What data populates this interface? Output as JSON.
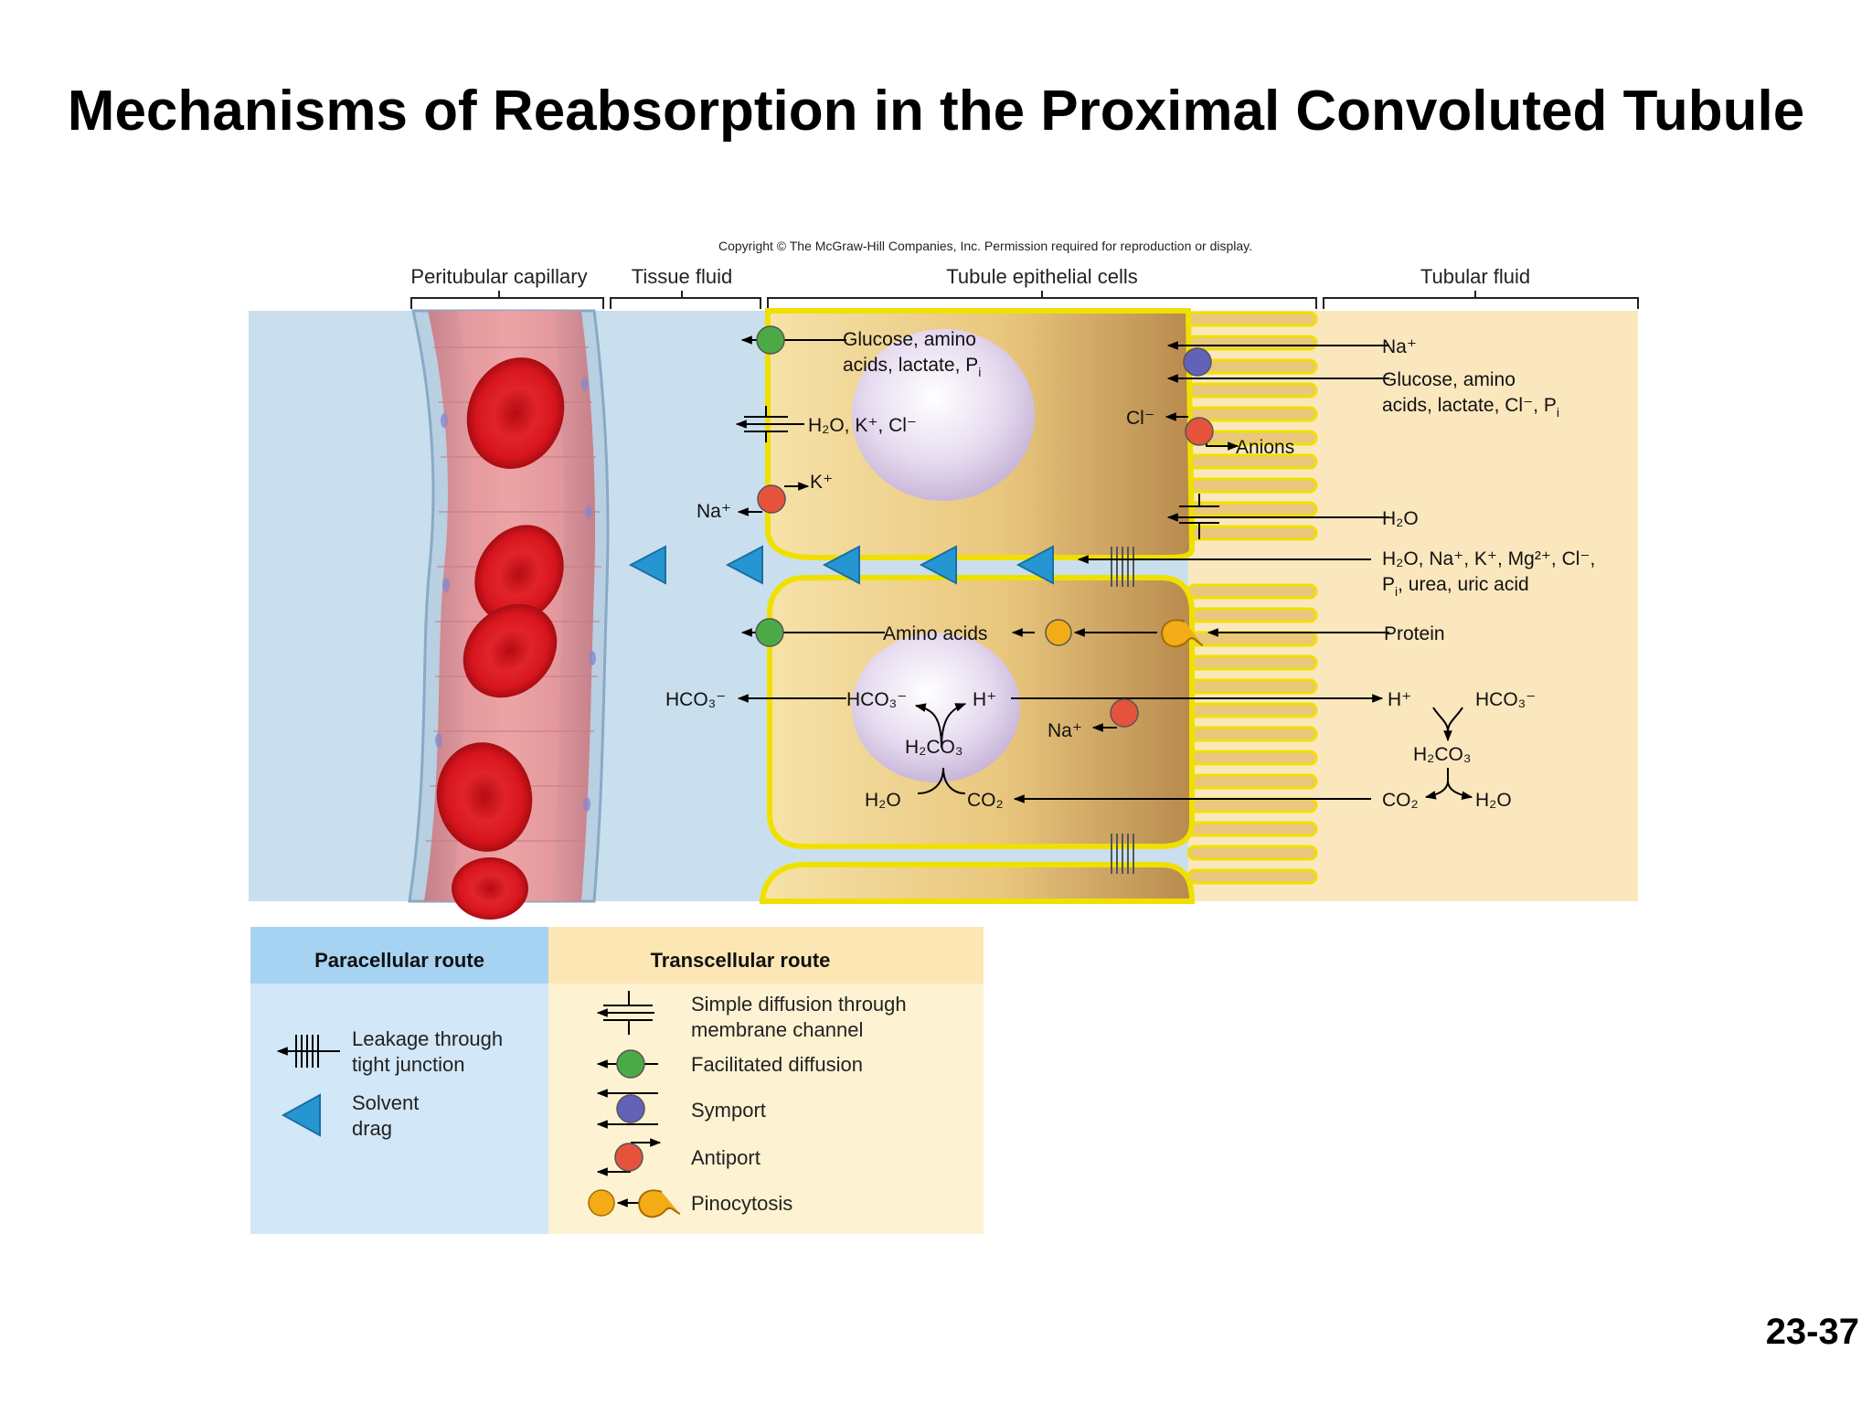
{
  "title": "Mechanisms of Reabsorption in the Proximal Convoluted Tubule",
  "slide_number": "23-37",
  "copyright": "Copyright © The McGraw-Hill Companies, Inc. Permission required for reproduction or display.",
  "regions": {
    "capillary": "Peritubular capillary",
    "tissue": "Tissue fluid",
    "epithelial": "Tubule epithelial cells",
    "tubular": "Tubular fluid"
  },
  "labels": {
    "glucose_out_1": "Glucose, amino",
    "glucose_out_2": "acids, lactate, P",
    "sub_i": "i",
    "h2o_k_cl": "H₂O, K⁺, Cl⁻",
    "k_plus": "K⁺",
    "na_plus": "Na⁺",
    "cl_minus": "Cl⁻",
    "anions": "Anions",
    "na_in": "Na⁺",
    "glucose_in_1": "Glucose, amino",
    "glucose_in_2": "acids, lactate, Cl⁻, P",
    "h2o": "H₂O",
    "para_1": "H₂O, Na⁺, K⁺, Mg²⁺, Cl⁻,",
    "para_2": "P",
    "para_2b": ", urea, uric acid",
    "amino_acids": "Amino acids",
    "protein": "Protein",
    "hco3": "HCO₃⁻",
    "h_plus": "H⁺",
    "na_plus_2": "Na⁺",
    "h2co3": "H₂CO₃",
    "co2": "CO₂"
  },
  "legend": {
    "paracellular_title": "Paracellular route",
    "transcellular_title": "Transcellular route",
    "leakage_1": "Leakage through",
    "leakage_2": "tight junction",
    "solvent_1": "Solvent",
    "solvent_2": "drag",
    "simple_1": "Simple diffusion through",
    "simple_2": "membrane channel",
    "facilitated": "Facilitated diffusion",
    "symport": "Symport",
    "antiport": "Antiport",
    "pinocytosis": "Pinocytosis"
  },
  "colors": {
    "capillary_bg": "#c9dfee",
    "tissue_fluid": "#c7def0",
    "tubular_fluid": "#fbe7be",
    "cell_fill": "#e9c77e",
    "cell_border": "#f0e000",
    "nucleus": "#e2d6ee",
    "rbc": "#d8151e",
    "capillary_wall": "#e28f8f",
    "facilitated": "#4caa46",
    "symport": "#6262b8",
    "antiport": "#e5533d",
    "pinocytosis": "#f3ac17",
    "solvent_drag": "#2596d2",
    "legend_para_header": "#a7d3f2",
    "legend_para_bg": "#d2e7f8",
    "legend_trans_header": "#fbe6b4",
    "legend_trans_bg": "#fdf2d2"
  }
}
